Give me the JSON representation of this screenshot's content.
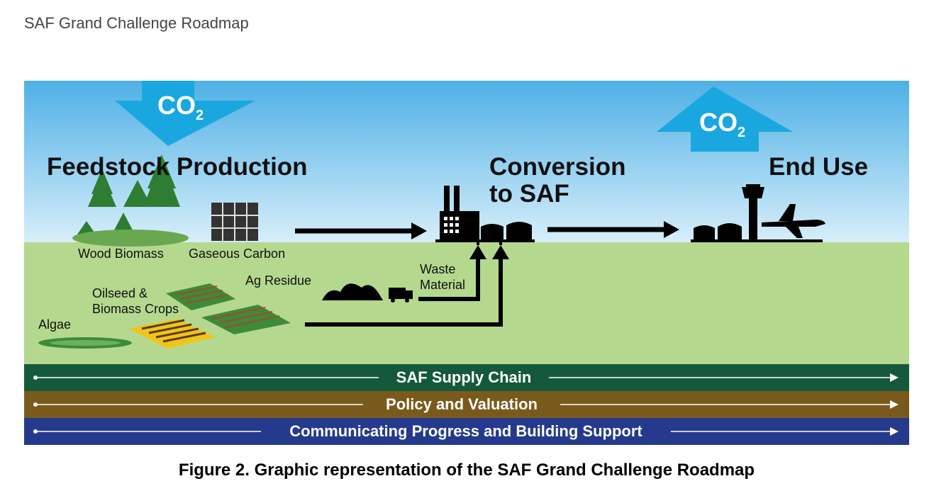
{
  "page": {
    "title": "SAF Grand Challenge Roadmap"
  },
  "figure": {
    "co2_left": "CO",
    "co2_left_sub": "2",
    "co2_right": "CO",
    "co2_right_sub": "2",
    "stages": {
      "feedstock": "Feedstock Production",
      "conversion_line1": "Conversion",
      "conversion_line2": "to SAF",
      "end_use": "End Use"
    },
    "feedstocks": {
      "wood_biomass": "Wood Biomass",
      "gaseous_carbon": "Gaseous Carbon",
      "ag_residue": "Ag Residue",
      "oilseed_line1": "Oilseed &",
      "oilseed_line2": "Biomass Crops",
      "algae": "Algae",
      "waste_line1": "Waste",
      "waste_line2": "Material"
    },
    "bands": [
      {
        "label": "SAF Supply Chain",
        "color": "#145a3a"
      },
      {
        "label": "Policy and Valuation",
        "color": "#7a5a1c"
      },
      {
        "label": "Communicating Progress and Building Support",
        "color": "#253a8c"
      }
    ],
    "colors": {
      "sky_top": "#4fb0e6",
      "sky_bottom": "#d7eefa",
      "ground": "#b5d88f",
      "co2_arrow": "#1aa7e0"
    }
  },
  "caption": "Figure 2. Graphic representation of the SAF Grand Challenge Roadmap"
}
